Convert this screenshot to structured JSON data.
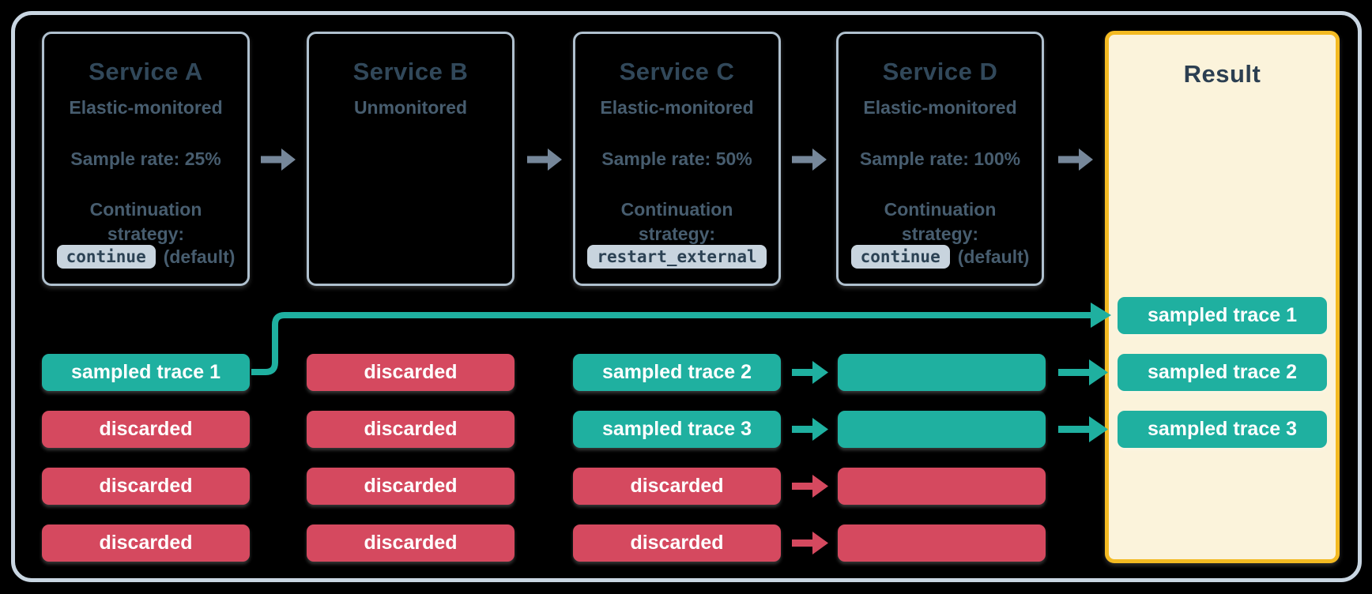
{
  "diagram": {
    "services": [
      {
        "title": "Service A",
        "monitoring": "Elastic-monitored",
        "sample_rate": "Sample rate: 25%",
        "continuation_label_line1": "Continuation",
        "continuation_label_line2": "strategy:",
        "strategy_code": "continue",
        "strategy_note": "(default)"
      },
      {
        "title": "Service B",
        "monitoring": "Unmonitored"
      },
      {
        "title": "Service C",
        "monitoring": "Elastic-monitored",
        "sample_rate": "Sample rate: 50%",
        "continuation_label_line1": "Continuation",
        "continuation_label_line2": "strategy:",
        "strategy_code": "restart_external",
        "strategy_note": ""
      },
      {
        "title": "Service D",
        "monitoring": "Elastic-monitored",
        "sample_rate": "Sample rate: 100%",
        "continuation_label_line1": "Continuation",
        "continuation_label_line2": "strategy:",
        "strategy_code": "continue",
        "strategy_note": "(default)"
      }
    ],
    "traces": {
      "service_a": [
        {
          "label": "sampled trace 1",
          "status": "sampled"
        },
        {
          "label": "discarded",
          "status": "discarded"
        },
        {
          "label": "discarded",
          "status": "discarded"
        },
        {
          "label": "discarded",
          "status": "discarded"
        }
      ],
      "service_b": [
        {
          "label": "discarded",
          "status": "discarded"
        },
        {
          "label": "discarded",
          "status": "discarded"
        },
        {
          "label": "discarded",
          "status": "discarded"
        },
        {
          "label": "discarded",
          "status": "discarded"
        }
      ],
      "service_c": [
        {
          "label": "sampled trace 2",
          "status": "sampled"
        },
        {
          "label": "sampled trace 3",
          "status": "sampled"
        },
        {
          "label": "discarded",
          "status": "discarded"
        },
        {
          "label": "discarded",
          "status": "discarded"
        }
      ],
      "service_d": [
        {
          "label": "",
          "status": "sampled"
        },
        {
          "label": "",
          "status": "sampled"
        },
        {
          "label": "",
          "status": "discarded"
        },
        {
          "label": "",
          "status": "discarded"
        }
      ]
    },
    "result": {
      "title": "Result",
      "rows": [
        {
          "label": "sampled trace 1",
          "status": "sampled"
        },
        {
          "label": "sampled trace 2",
          "status": "sampled"
        },
        {
          "label": "sampled trace 3",
          "status": "sampled"
        }
      ]
    },
    "colors": {
      "background": "#000000",
      "frame_border": "#C9D6E2",
      "service_box_border": "#AFC0CE",
      "title_text": "#31485A",
      "body_text": "#475D6F",
      "code_chip_background": "#C8D4DE",
      "code_chip_text": "#2C4254",
      "sampled_teal": "#1FB0A0",
      "discarded_red": "#D5495F",
      "pill_text": "#FFFFFF",
      "result_border": "#F3BA22",
      "result_background": "#FBF3DB",
      "flow_arrow_gray": "#76879A"
    }
  }
}
